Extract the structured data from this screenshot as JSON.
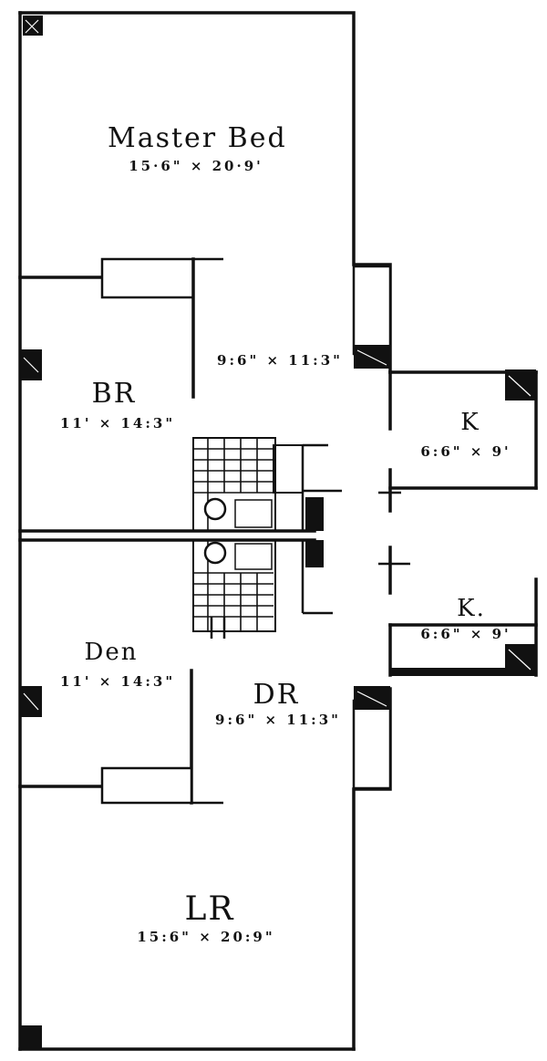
{
  "rooms": {
    "master_bed": {
      "name": "Master Bed",
      "dims": "15·6\" × 20·9'"
    },
    "br": {
      "name": "BR",
      "dims": "11' × 14:3\""
    },
    "hall": {
      "dims": "9:6\" × 11:3\""
    },
    "kitchen_top": {
      "name": "K",
      "dims": "6:6\" × 9'"
    },
    "kitchen_bottom": {
      "name": "K.",
      "dims": "6:6\" × 9'"
    },
    "den": {
      "name": "Den",
      "dims": "11' × 14:3\""
    },
    "dr": {
      "name": "DR",
      "dims": "9:6\" × 11:3\""
    },
    "lr": {
      "name": "LR",
      "dims": "15:6\" × 20:9\""
    }
  }
}
